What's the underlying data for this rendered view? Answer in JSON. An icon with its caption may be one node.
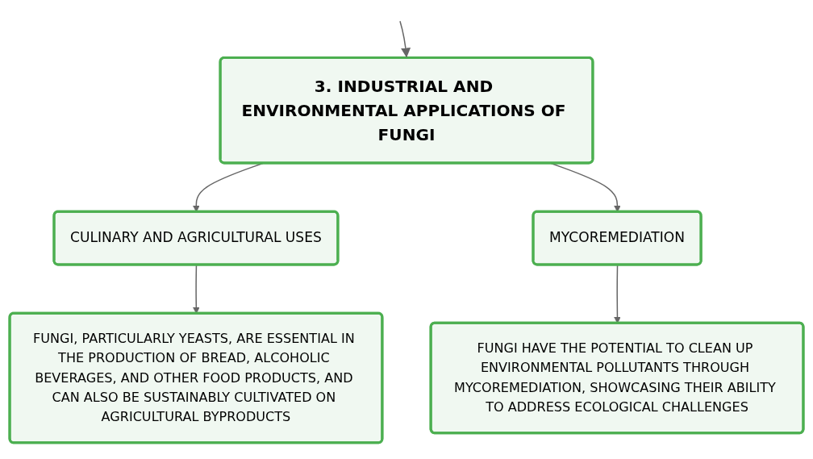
{
  "diagram": {
    "nodes": [
      {
        "text": [
          "3. INDUSTRIAL AND ENVIRONMENTAL APPLICATIONS OF FUNGI"
        ]
      },
      {
        "text": [
          "CULINARY AND AGRICULTURAL USES"
        ]
      },
      {
        "text": [
          "MYCOREMEDIATION"
        ]
      },
      {
        "text": [
          "FUNGI, PARTICULARLY YEASTS, ARE ESSENTIAL IN THE PRODUCTION OF BREAD, ALCOHOLIC BEVERAGES, AND OTHER FOOD PRODUCTS, AND CAN ALSO BE SUSTAINABLY CULTIVATED ON AGRICULTURAL BYPRODUCTS"
        ]
      },
      {
        "text": [
          "FUNGI HAVE THE POTENTIAL TO CLEAN UP ENVIRONMENTAL POLLUTANTS THROUGH MYCOREMEDIATION, SHOWCASING THEIR ABILITY TO ADDRESS ECOLOGICAL CHALLENGES"
        ]
      }
    ],
    "edges": [
      {
        "from": null,
        "to": 0,
        "arrow": "to"
      },
      {
        "from": 0,
        "to": 1,
        "arrow": "to"
      },
      {
        "from": 0,
        "to": 2,
        "arrow": "to"
      },
      {
        "from": 1,
        "to": 3,
        "arrow": "to"
      },
      {
        "from": 2,
        "to": 4,
        "arrow": "to"
      }
    ]
  }
}
